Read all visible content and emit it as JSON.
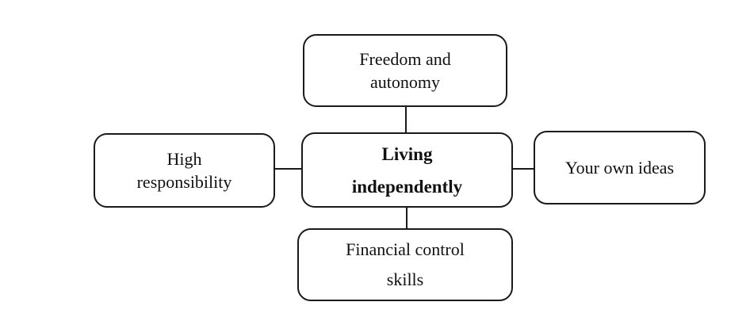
{
  "diagram": {
    "type": "concept-map",
    "colors": {
      "background": "#ffffff",
      "border": "#1a1a1a",
      "text": "#111111"
    },
    "nodes": {
      "center": {
        "lines": [
          "Living",
          "independently"
        ],
        "emphasis": "bold"
      },
      "top": {
        "lines": [
          "Freedom and",
          "autonomy"
        ]
      },
      "left": {
        "lines": [
          "High",
          "responsibility"
        ]
      },
      "right": {
        "lines": [
          "Your own ideas"
        ]
      },
      "bottom": {
        "lines": [
          "Financial control",
          "skills"
        ]
      }
    },
    "edges": [
      {
        "from": "center",
        "to": "top"
      },
      {
        "from": "center",
        "to": "left"
      },
      {
        "from": "center",
        "to": "right"
      },
      {
        "from": "center",
        "to": "bottom"
      }
    ]
  }
}
